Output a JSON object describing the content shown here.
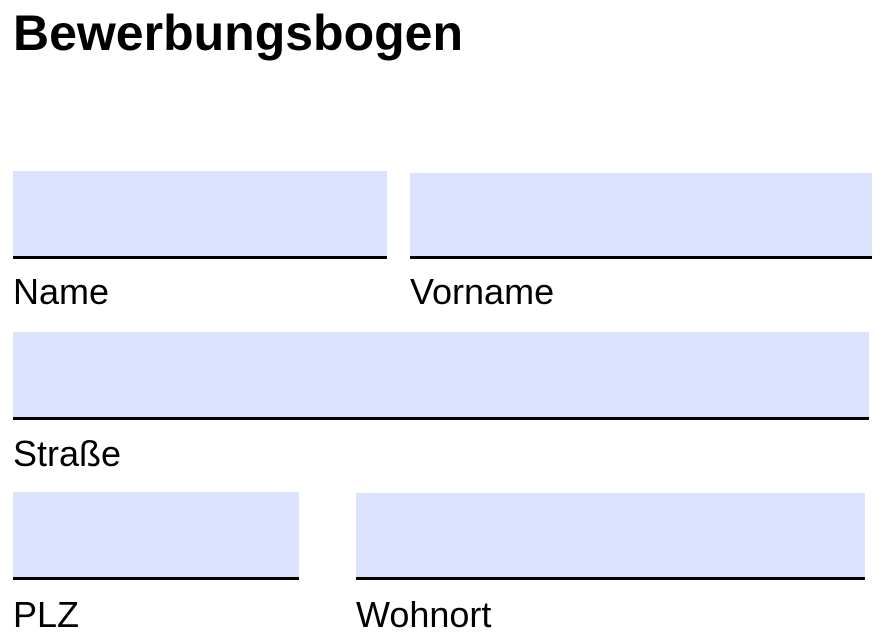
{
  "form": {
    "title": "Bewerbungsbogen",
    "fields": {
      "name": {
        "label": "Name",
        "value": ""
      },
      "vorname": {
        "label": "Vorname",
        "value": ""
      },
      "strasse": {
        "label": "Straße",
        "value": ""
      },
      "plz": {
        "label": "PLZ",
        "value": ""
      },
      "wohnort": {
        "label": "Wohnort",
        "value": ""
      }
    }
  },
  "colors": {
    "field_background": "#dbe2fd",
    "underline": "#000000",
    "text": "#000000"
  }
}
